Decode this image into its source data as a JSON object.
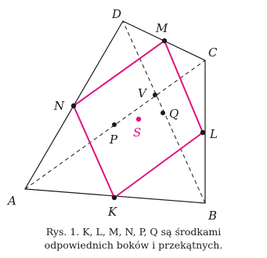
{
  "colors": {
    "ink": "#1a1a1a",
    "accent": "#e0127f"
  },
  "labels": {
    "A": "A",
    "B": "B",
    "C": "C",
    "D": "D",
    "K": "K",
    "L": "L",
    "M": "M",
    "N": "N",
    "P": "P",
    "Q": "Q",
    "S": "S",
    "V": "V"
  },
  "caption": {
    "line1": "Rys. 1. K, L, M, N, P, Q są środkami",
    "line2": "odpowiednich boków i przekątnych."
  }
}
